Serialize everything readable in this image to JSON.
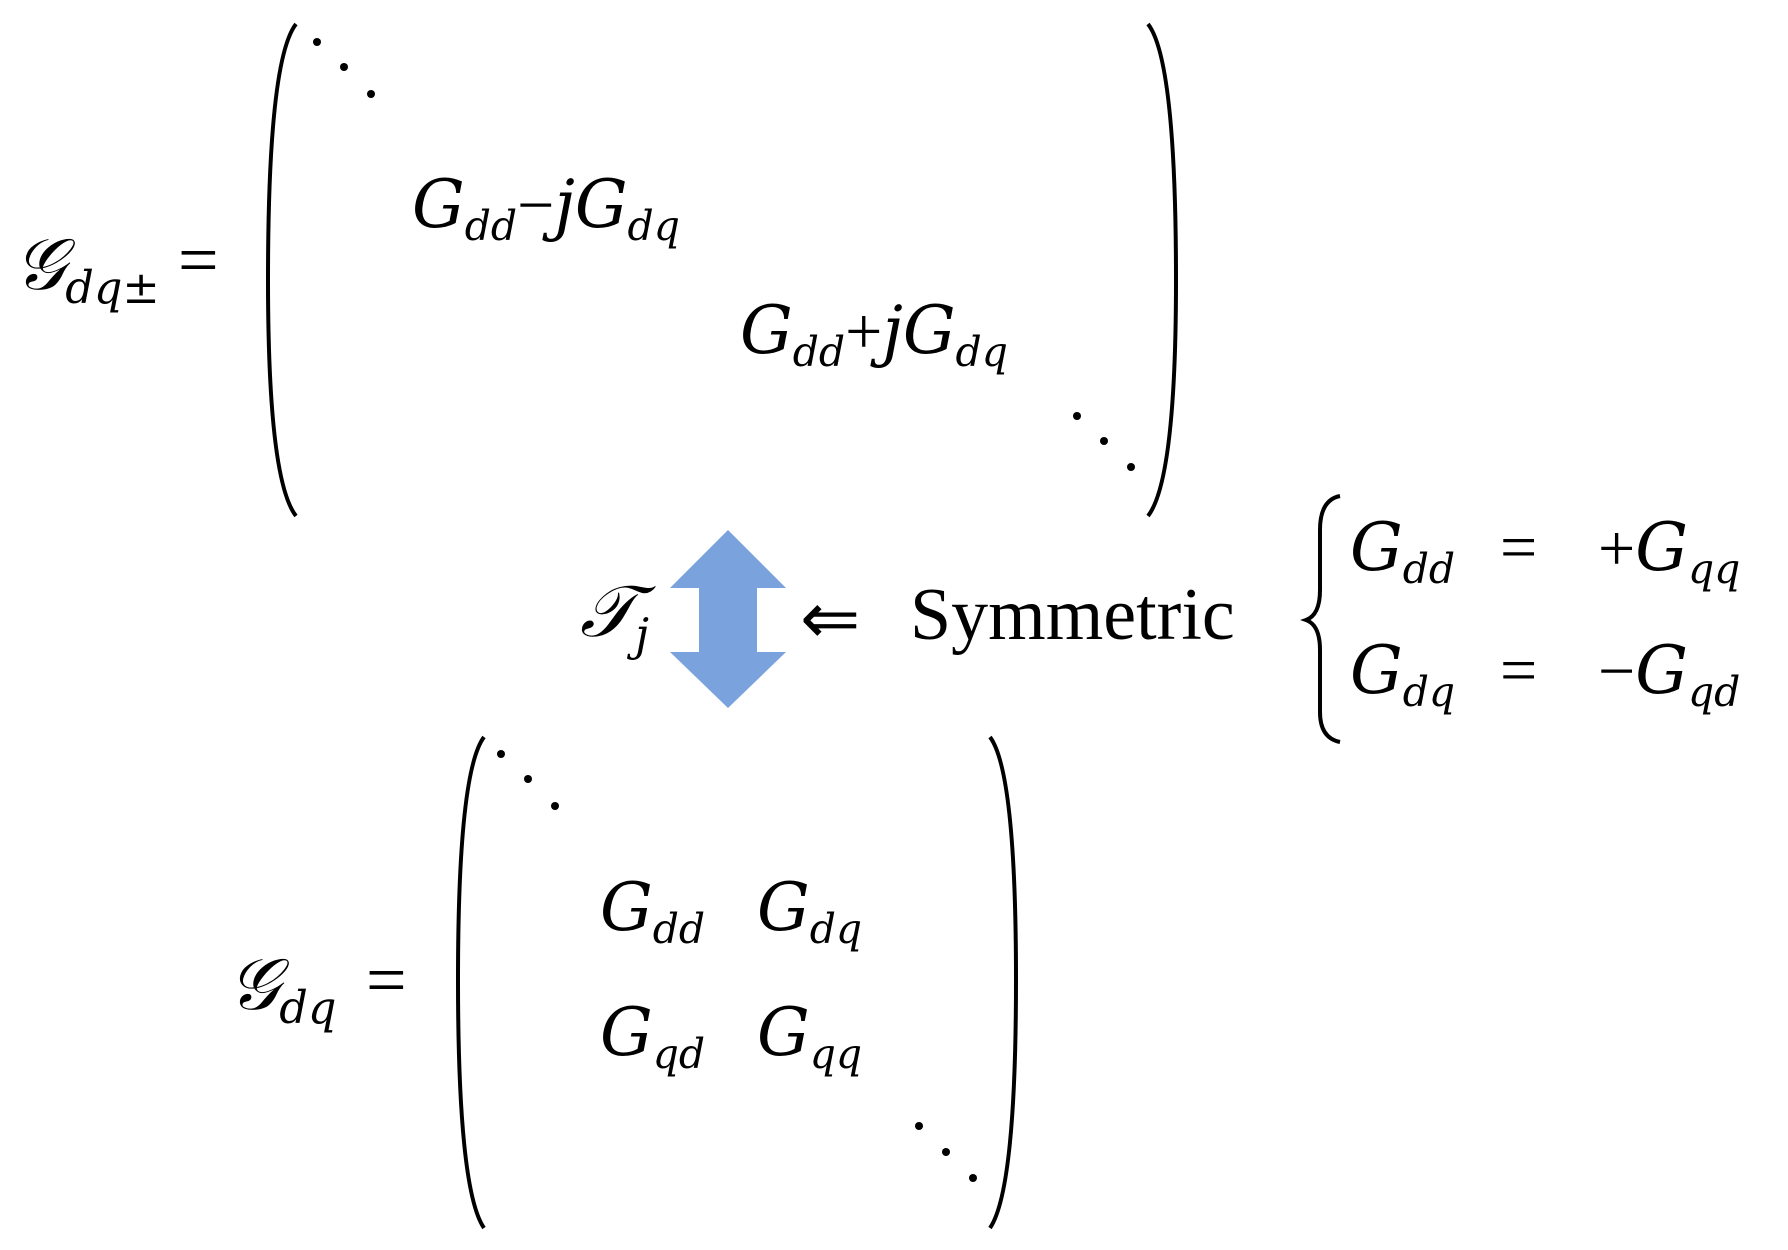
{
  "top_equation": {
    "lhs_symbol": "𝒢",
    "lhs_subscript": "dq±",
    "equals": "=",
    "entry1": {
      "a": "G",
      "a_sub": "dd",
      "op": "−",
      "j": "j",
      "b": "G",
      "b_sub": "dq"
    },
    "entry2": {
      "a": "G",
      "a_sub": "dd",
      "op": "+",
      "j": "j",
      "b": "G",
      "b_sub": "dq"
    }
  },
  "transform": {
    "symbol": "𝒯",
    "subscript": "j",
    "implies": "⇐",
    "label": "Symmetric",
    "arrow_color": "#7aa3de"
  },
  "conditions": [
    {
      "lhs": "G",
      "lhs_sub": "dd",
      "eq": "=",
      "sign": "+",
      "rhs": "G",
      "rhs_sub": "qq"
    },
    {
      "lhs": "G",
      "lhs_sub": "dq",
      "eq": "=",
      "sign": "−",
      "rhs": "G",
      "rhs_sub": "qd"
    }
  ],
  "bottom_equation": {
    "lhs_symbol": "𝒢",
    "lhs_subscript": "dq",
    "equals": "=",
    "cells": [
      {
        "g": "G",
        "sub": "dd"
      },
      {
        "g": "G",
        "sub": "dq"
      },
      {
        "g": "G",
        "sub": "qd"
      },
      {
        "g": "G",
        "sub": "qq"
      }
    ]
  }
}
